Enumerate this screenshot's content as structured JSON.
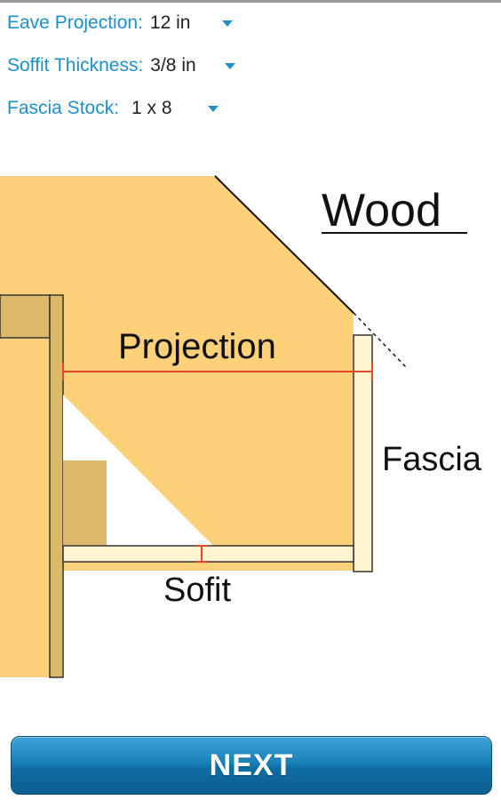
{
  "settings": {
    "eave_projection": {
      "label": "Eave Projection:",
      "value": "12 in"
    },
    "soffit_thickness": {
      "label": "Soffit Thickness:",
      "value": "3/8 in"
    },
    "fascia_stock": {
      "label": "Fascia Stock:",
      "value": "1 x 8"
    }
  },
  "diagram": {
    "material_title": "Wood",
    "projection_label": "Projection",
    "fascia_label": "Fascia",
    "soffit_label": "Sofit"
  },
  "next_button": {
    "label": "NEXT"
  },
  "colors": {
    "accent": "#1e8fc8",
    "wood": "#fcd17a",
    "framing": "#dcb86a",
    "board": "#fdf5cf",
    "measure": "#e8452a",
    "button": "#1a82bb"
  },
  "icons": {
    "dropdown": "caret-down-icon"
  }
}
